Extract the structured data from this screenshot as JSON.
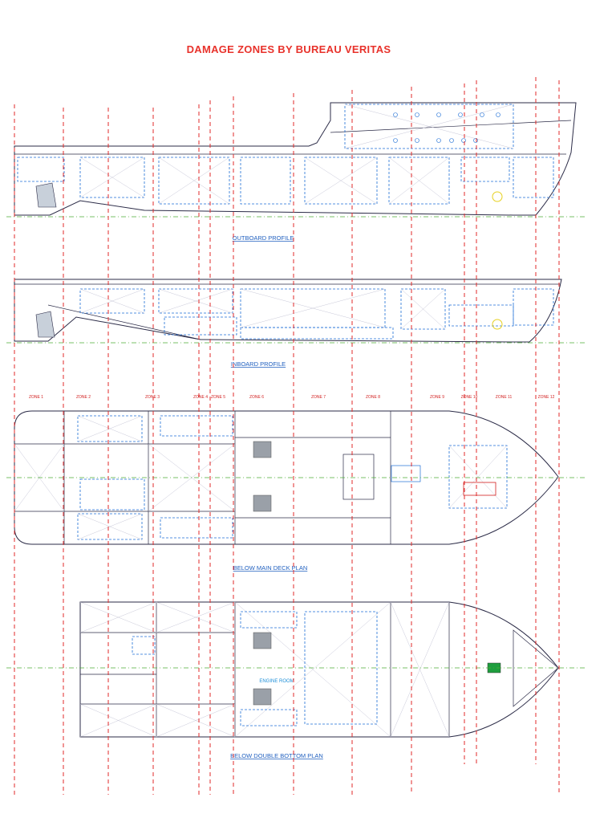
{
  "title": "DAMAGE ZONES BY BUREAU VERITAS",
  "views": {
    "outboard_caption": "OUTBOARD PROFILE",
    "inboard_caption": "INBOARD PROFILE",
    "main_deck_caption": "BELOW MAIN DECK PLAN",
    "double_bottom_caption": "BELOW DOUBLE BOTTOM PLAN"
  },
  "zone_labels": [
    "ZONE 1",
    "ZONE 2",
    "ZONE 3",
    "ZONE 4",
    "ZONE 5",
    "ZONE 6",
    "ZONE 7",
    "ZONE 8",
    "ZONE 9",
    "ZONE 10",
    "ZONE 11",
    "ZONE 12"
  ],
  "room_labels": {
    "engine_room": "ENGINE ROOM"
  },
  "colors": {
    "title": "#e8322b",
    "zone_lines": "#e12a2a",
    "hull": "#2b2b47",
    "compartment_dash": "#1f6fd6",
    "baseline": "#4caf36",
    "captions": "#1f5fbf"
  }
}
